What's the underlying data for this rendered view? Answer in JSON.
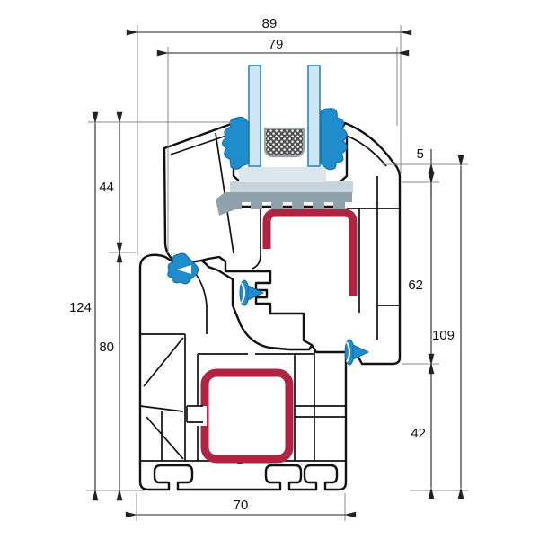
{
  "drawing": {
    "subject": "window-profile-cross-section",
    "dimensions": {
      "top_outer": "89",
      "top_inner": "79",
      "glazing_step": "5",
      "sash_upper_height": "44",
      "overall_left_height": "124",
      "frame_lower_height": "80",
      "sash_lower_height": "62",
      "right_overall_height": "109",
      "frame_right_height": "42",
      "frame_bottom_width": "70"
    },
    "colors": {
      "outline": "#111111",
      "steel_reinforcement": "#b02342",
      "gasket_blue": "#1f8ccc",
      "glass_fill": "#cfe6f4",
      "glass_edge": "#2f85bd",
      "spacer_dark": "#4f4f4f",
      "glazing_block_light": "#dde6ec",
      "glazing_block_medium": "#c7d3db",
      "glazing_block_dark": "#8fa2ac",
      "background": "#ffffff"
    }
  }
}
